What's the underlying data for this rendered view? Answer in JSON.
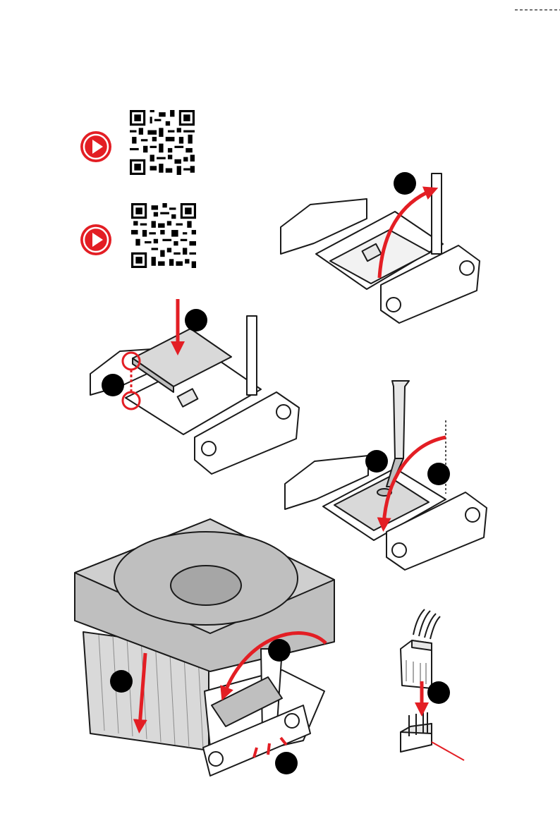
{
  "figure": {
    "type": "cpu-and-cooler-installation-diagram",
    "colors": {
      "accent": "#e31e24",
      "step_marker": "#000000",
      "line": "#1a1a1a",
      "part_fill": "#ffffff",
      "shade": "#bfbfbf"
    },
    "video_links": [
      {
        "icon": "play-icon",
        "qr": "qr-code-icon"
      },
      {
        "icon": "play-icon",
        "qr": "qr-code-icon"
      }
    ],
    "steps": [
      {
        "id": "step-lift-lever",
        "label": ""
      },
      {
        "id": "step-insert-cpu",
        "label": ""
      },
      {
        "id": "step-align-triangle",
        "label": ""
      },
      {
        "id": "step-apply-paste",
        "label": ""
      },
      {
        "id": "step-lower-lever",
        "label": ""
      },
      {
        "id": "step-place-cooler",
        "label": ""
      },
      {
        "id": "step-hook-clip",
        "label": ""
      },
      {
        "id": "step-lock-lever",
        "label": ""
      },
      {
        "id": "step-connect-fan",
        "label": ""
      }
    ]
  }
}
